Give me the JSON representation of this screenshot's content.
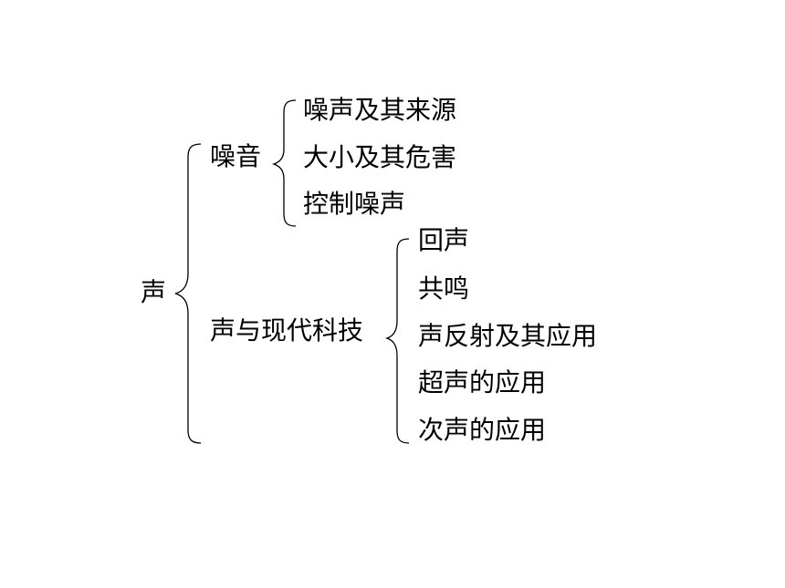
{
  "root": {
    "label": "声"
  },
  "branches": [
    {
      "label": "噪音",
      "items": [
        "噪声及其来源",
        "大小及其危害",
        "控制噪声"
      ]
    },
    {
      "label": "声与现代科技",
      "items": [
        "回声",
        "共鸣",
        "声反射及其应用",
        "超声的应用",
        "次声的应用"
      ]
    }
  ]
}
